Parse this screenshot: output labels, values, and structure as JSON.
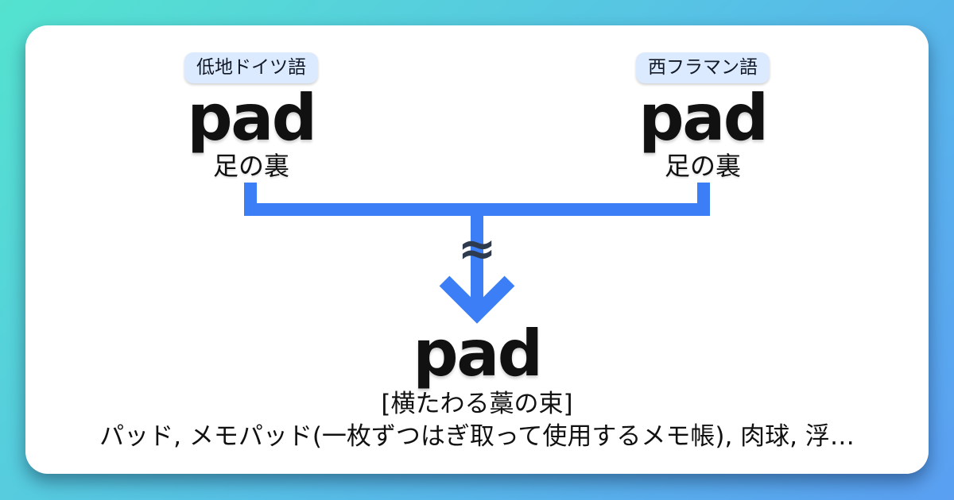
{
  "diagram": {
    "type": "etymology-merge",
    "result_word_headline": "pad"
  },
  "sources": [
    {
      "language": "低地ドイツ語",
      "word": "pad",
      "gloss": "足の裏"
    },
    {
      "language": "西フラマン語",
      "word": "pad",
      "gloss": "足の裏"
    }
  ],
  "relation": {
    "approx_symbol": "≈"
  },
  "result": {
    "word": "pad",
    "etymology_gloss": "[横たわる藁の束]",
    "definition": "パッド, メモパッド(一枚ずつはぎ取って使用するメモ帳), 肉球, 浮…"
  },
  "colors": {
    "background_gradient_start": "#54e3cf",
    "background_gradient_end": "#5a9ff2",
    "card_background": "#ffffff",
    "connector_blue": "#3b7ef5",
    "badge_background": "#dbeafe",
    "badge_text": "#111827",
    "main_text": "#111111",
    "approx_symbol": "#2e3b4f"
  }
}
